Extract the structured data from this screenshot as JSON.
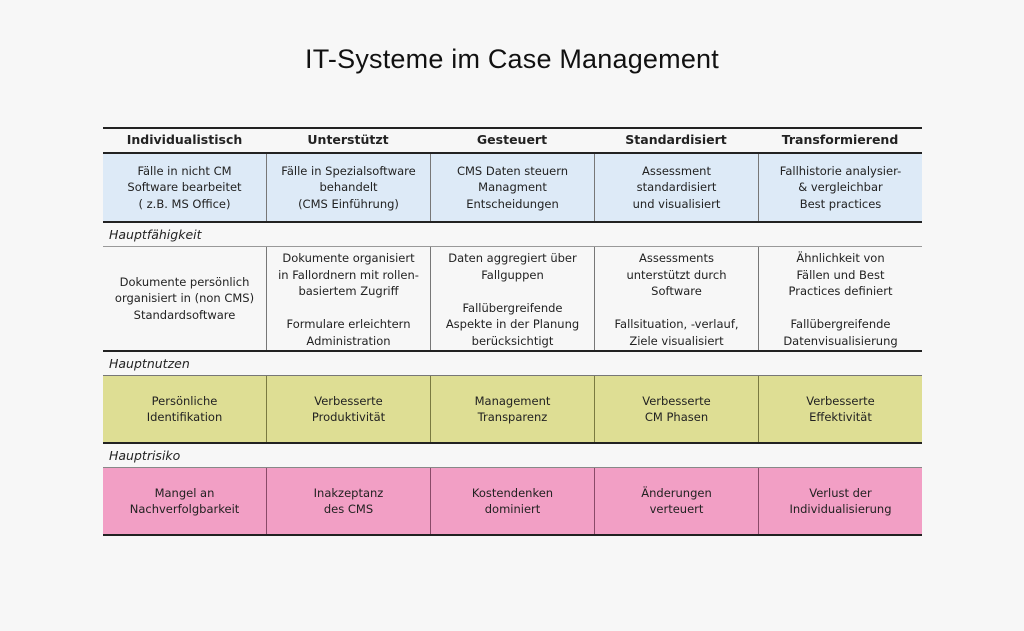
{
  "title": "IT-Systeme im Case Management",
  "columns": [
    "Individualistisch",
    "Unterstützt",
    "Gesteuert",
    "Standardisiert",
    "Transformierend"
  ],
  "description_row": [
    "Fälle in nicht CM\nSoftware bearbeitet\n( z.B. MS Office)",
    "Fälle in Spezialsoftware\nbehandelt\n(CMS Einführung)",
    "CMS Daten steuern\nManagment\nEntscheidungen",
    "Assessment\nstandardisiert\nund visualisiert",
    "Fallhistorie analysier-\n& vergleichbar\nBest practices"
  ],
  "sections": {
    "capability": {
      "label": "Hauptfähigkeit",
      "cells": [
        "Dokumente persönlich\norganisiert in (non CMS)\nStandardsoftware",
        "Dokumente organisiert\nin Fallordnern mit rollen-\nbasiertem Zugriff\n\nFormulare erleichtern\nAdministration",
        "Daten aggregiert über\nFallguppen\n\nFallübergreifende\nAspekte in der Planung\nberücksichtigt",
        "Assessments\nunterstützt durch\nSoftware\n\nFallsituation, -verlauf,\nZiele visualisiert",
        "Ähnlichkeit von\nFällen und Best\nPractices definiert\n\nFallübergreifende\nDatenvisualisierung"
      ]
    },
    "benefit": {
      "label": "Hauptnutzen",
      "cells": [
        "Persönliche\nIdentifikation",
        "Verbesserte\nProduktivität",
        "Management\nTransparenz",
        "Verbesserte\nCM Phasen",
        "Verbesserte\nEffektivität"
      ]
    },
    "risk": {
      "label": "Hauptrisiko",
      "cells": [
        "Mangel an\nNachverfolgbarkeit",
        "Inakzeptanz\ndes CMS",
        "Kostendenken\ndominiert",
        "Änderungen\nverteuert",
        "Verlust der\nIndividualisierung"
      ]
    }
  },
  "colors": {
    "description_row": "#ddeaf7",
    "benefit_row": "#dede94",
    "risk_row": "#f29fc5",
    "background": "#f7f7f7"
  }
}
